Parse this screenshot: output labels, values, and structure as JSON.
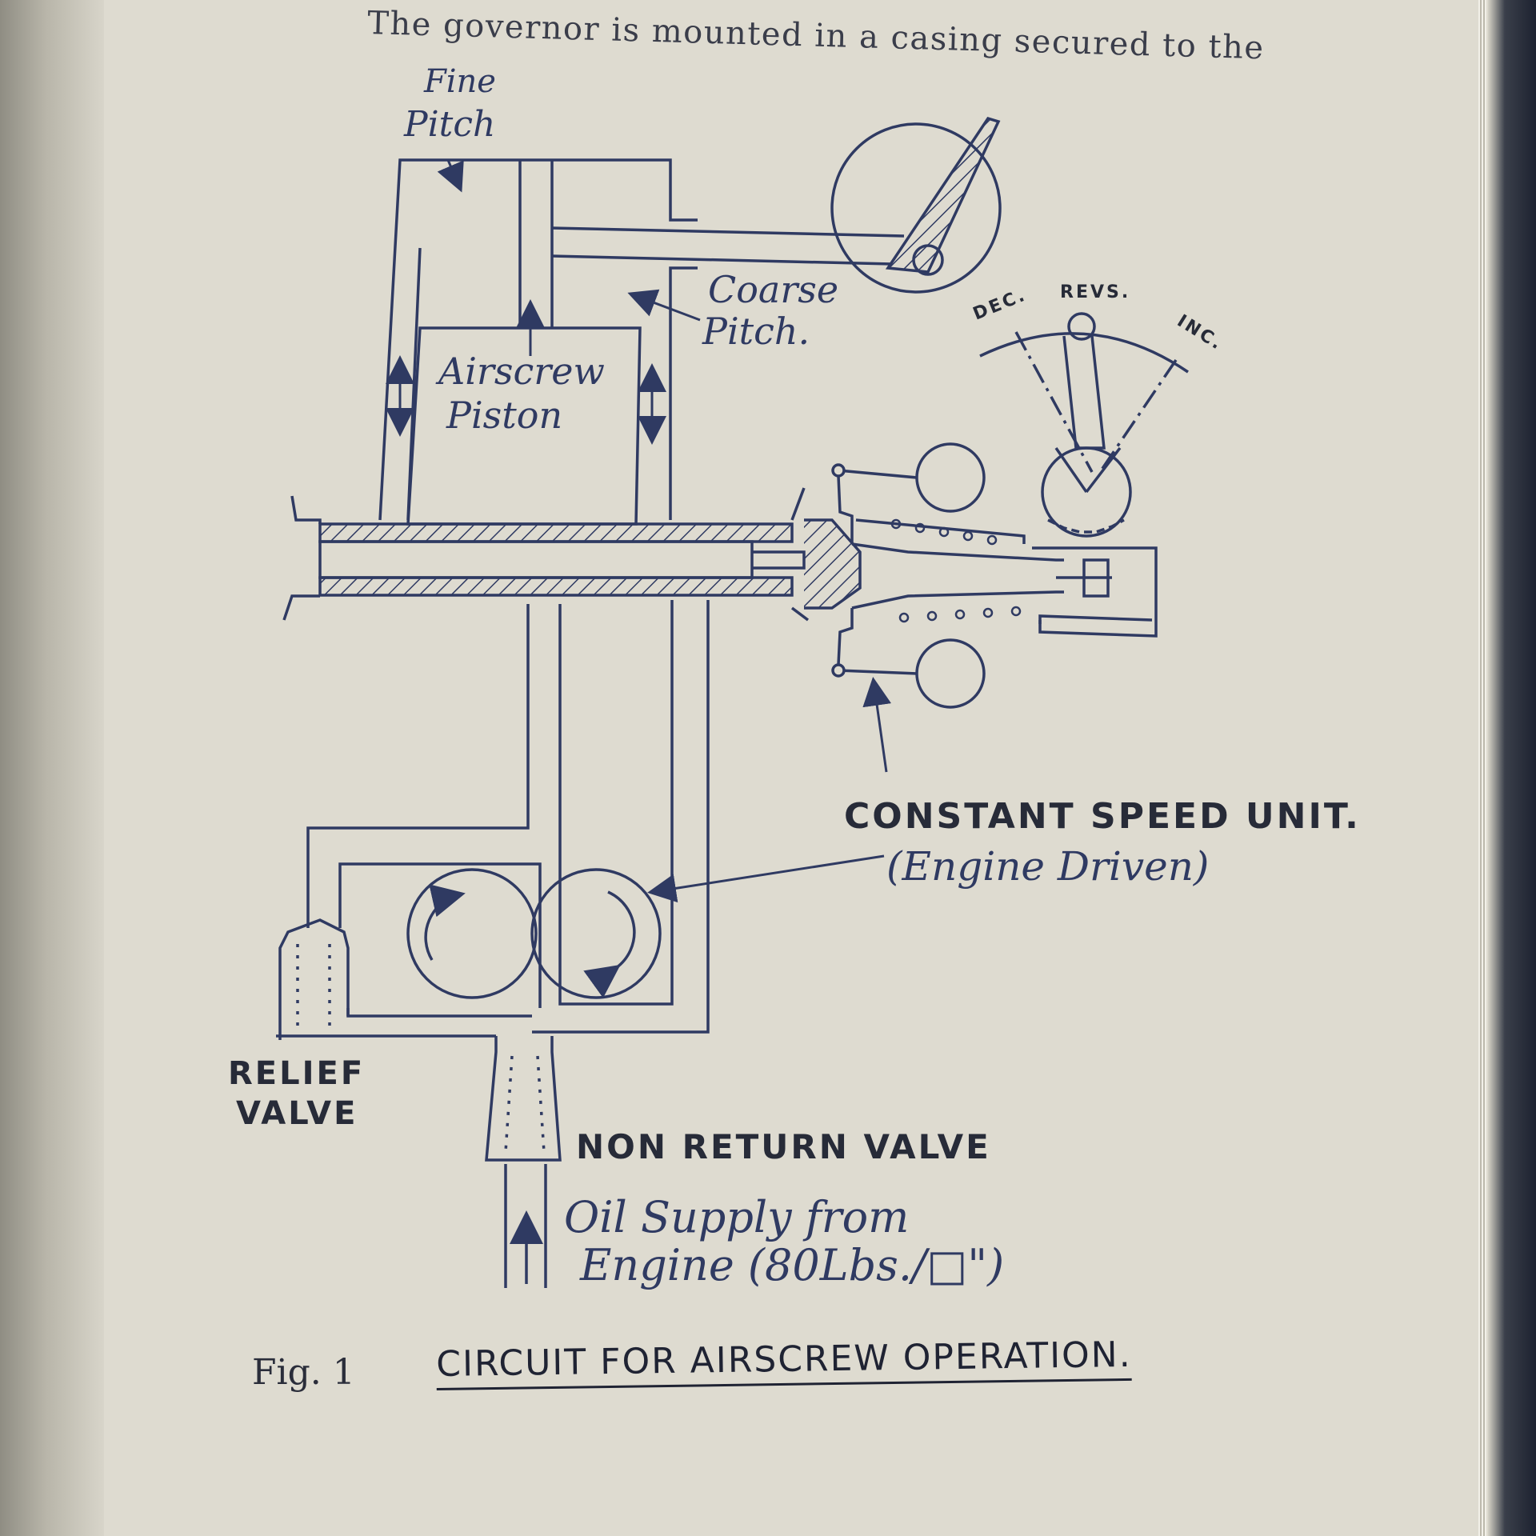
{
  "page": {
    "body_text": "The governor is mounted in a casing secured to the"
  },
  "diagram": {
    "labels": {
      "fine_pitch_line1": "Fine",
      "fine_pitch_line2": "Pitch",
      "coarse_pitch_line1": "Coarse",
      "coarse_pitch_line2": "Pitch.",
      "airscrew_piston_line1": "Airscrew",
      "airscrew_piston_line2": "Piston",
      "dial_dec": "DEC.",
      "dial_revs": "REVS.",
      "dial_inc": "INC.",
      "constant_speed_unit": "CONSTANT SPEED UNIT.",
      "engine_driven": "(Engine Driven)",
      "relief_valve_line1": "RELIEF",
      "relief_valve_line2": "VALVE",
      "non_return_valve": "NON RETURN VALVE",
      "oil_supply_line1": "Oil Supply from",
      "oil_supply_line2": "Engine (80Lbs./□\")"
    },
    "line_color": "#2f3a62"
  },
  "caption": {
    "fig_number": "Fig. 1",
    "title": "CIRCUIT FOR AIRSCREW OPERATION."
  }
}
